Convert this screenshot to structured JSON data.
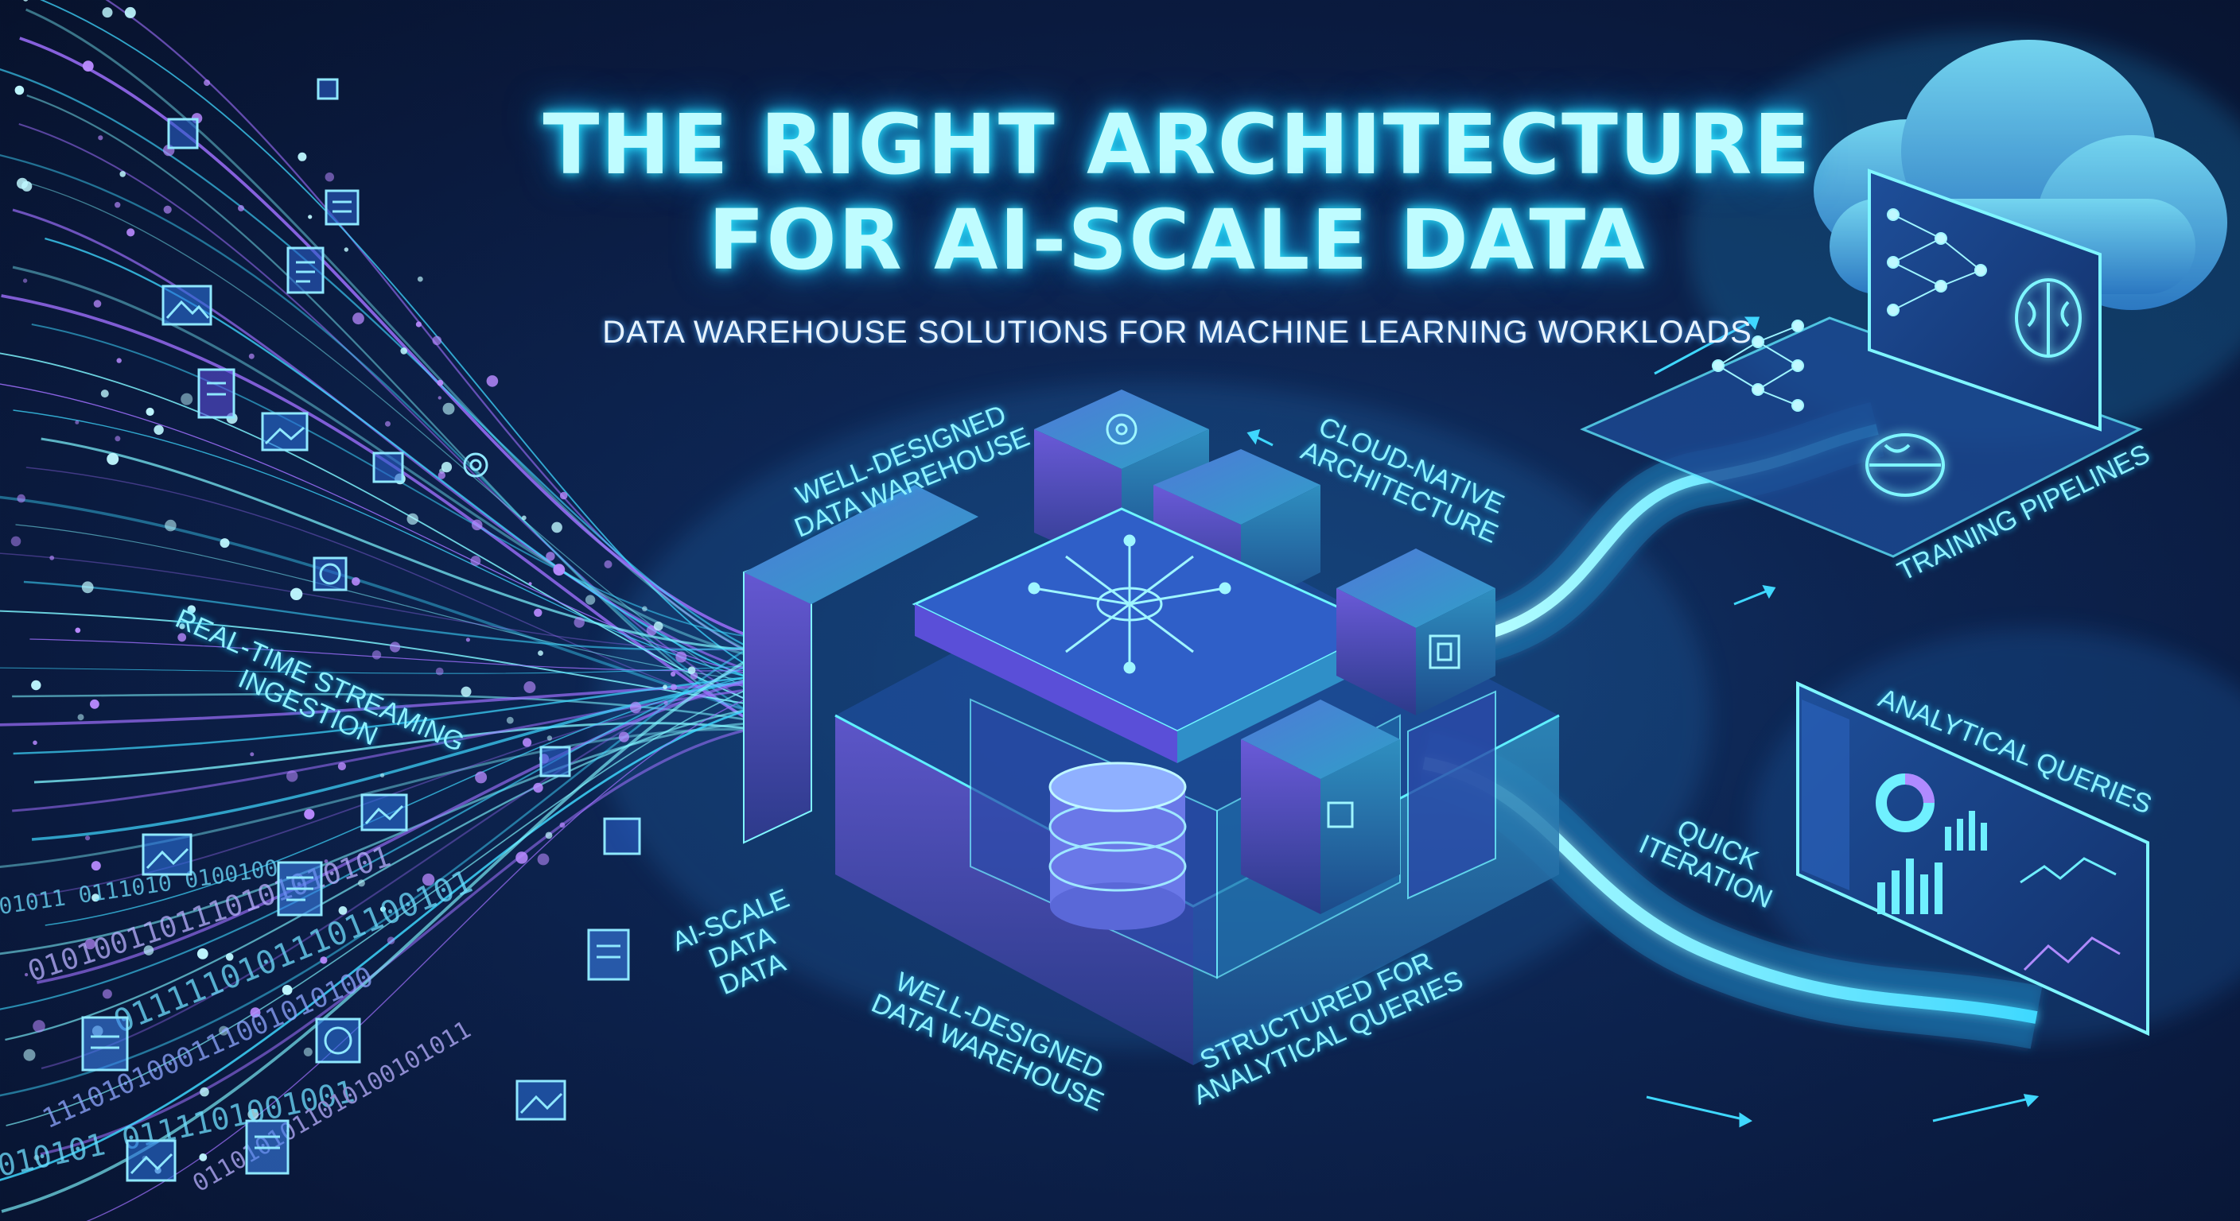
{
  "title_line1": "THE RIGHT ARCHITECTURE",
  "title_line2": "FOR AI-SCALE DATA",
  "subtitle": "DATA WAREHOUSE SOLUTIONS FOR MACHINE LEARNING WORKLOADS",
  "labels": {
    "realtime_1": "REAL-TIME STREAMING",
    "realtime_2": "INGESTION",
    "aiscale_1": "AI-SCALE",
    "aiscale_2": "DATA",
    "aiscale_3": "DATA",
    "wd_top_1": "WELL-DESIGNED",
    "wd_top_2": "DATA WAREHOUSE",
    "cloud_1": "CLOUD-NATIVE",
    "cloud_2": "ARCHITECTURE",
    "wd_bottom_1": "WELL-DESIGNED",
    "wd_bottom_2": "DATA WAREHOUSE",
    "structured_1": "STRUCTURED FOR",
    "structured_2": "ANALYTICAL QUERIES",
    "quick_1": "QUICK",
    "quick_2": "ITERATION",
    "training": "TRAINING PIPELINES",
    "analytical": "ANALYTICAL QUERIES"
  },
  "binary_streams": [
    "01011 0111010 0100100",
    "0101001101110101010101",
    "01111101011101100101",
    "1110101000111001010100",
    "010101 0111101001001",
    "0110101011010100101011"
  ],
  "colors": {
    "background": "#0a1a3e",
    "cyan_glow": "#2ee6ff",
    "violet": "#8a6cf0",
    "teal_panel": "#3fb8d8",
    "title_text": "#bffcff"
  },
  "icons": [
    "document-icon",
    "image-icon",
    "chart-icon",
    "globe-icon",
    "gear-icon",
    "database-icon",
    "neural-network-icon",
    "brain-icon",
    "cloud-icon",
    "chip-icon",
    "dashboard-icon"
  ]
}
